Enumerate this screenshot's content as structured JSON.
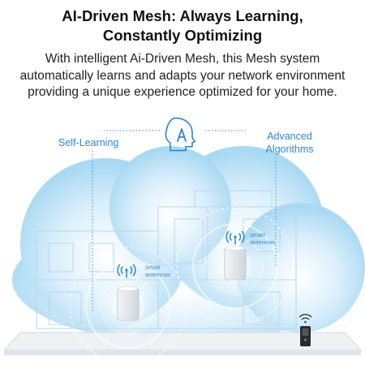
{
  "headline": {
    "line1": "AI-Driven Mesh: Always Learning,",
    "line2": "Constantly Optimizing"
  },
  "description": {
    "line1": "With intelligent Ai-Driven Mesh, this Mesh system",
    "line2": "automatically learns and adapts your network environment",
    "line3": "providing a unique experience optimized for your home."
  },
  "callouts": {
    "self_learning": "Self-Learning",
    "advanced_line1": "Advanced",
    "advanced_line2": "Algorithms"
  },
  "nodes": {
    "upper_label_line1": "smart",
    "upper_label_line2": "antennas",
    "lower_label_line1": "smart",
    "lower_label_line2": "antennas"
  },
  "icons": {
    "ai": "ai-head-icon",
    "node": "mesh-router-icon",
    "signal": "wifi-signal-icon",
    "remote": "remote-control-icon"
  },
  "colors": {
    "accent": "#2a86d4",
    "cloud_light": "#e6f4fc",
    "cloud_dark": "#9fd4f2"
  }
}
